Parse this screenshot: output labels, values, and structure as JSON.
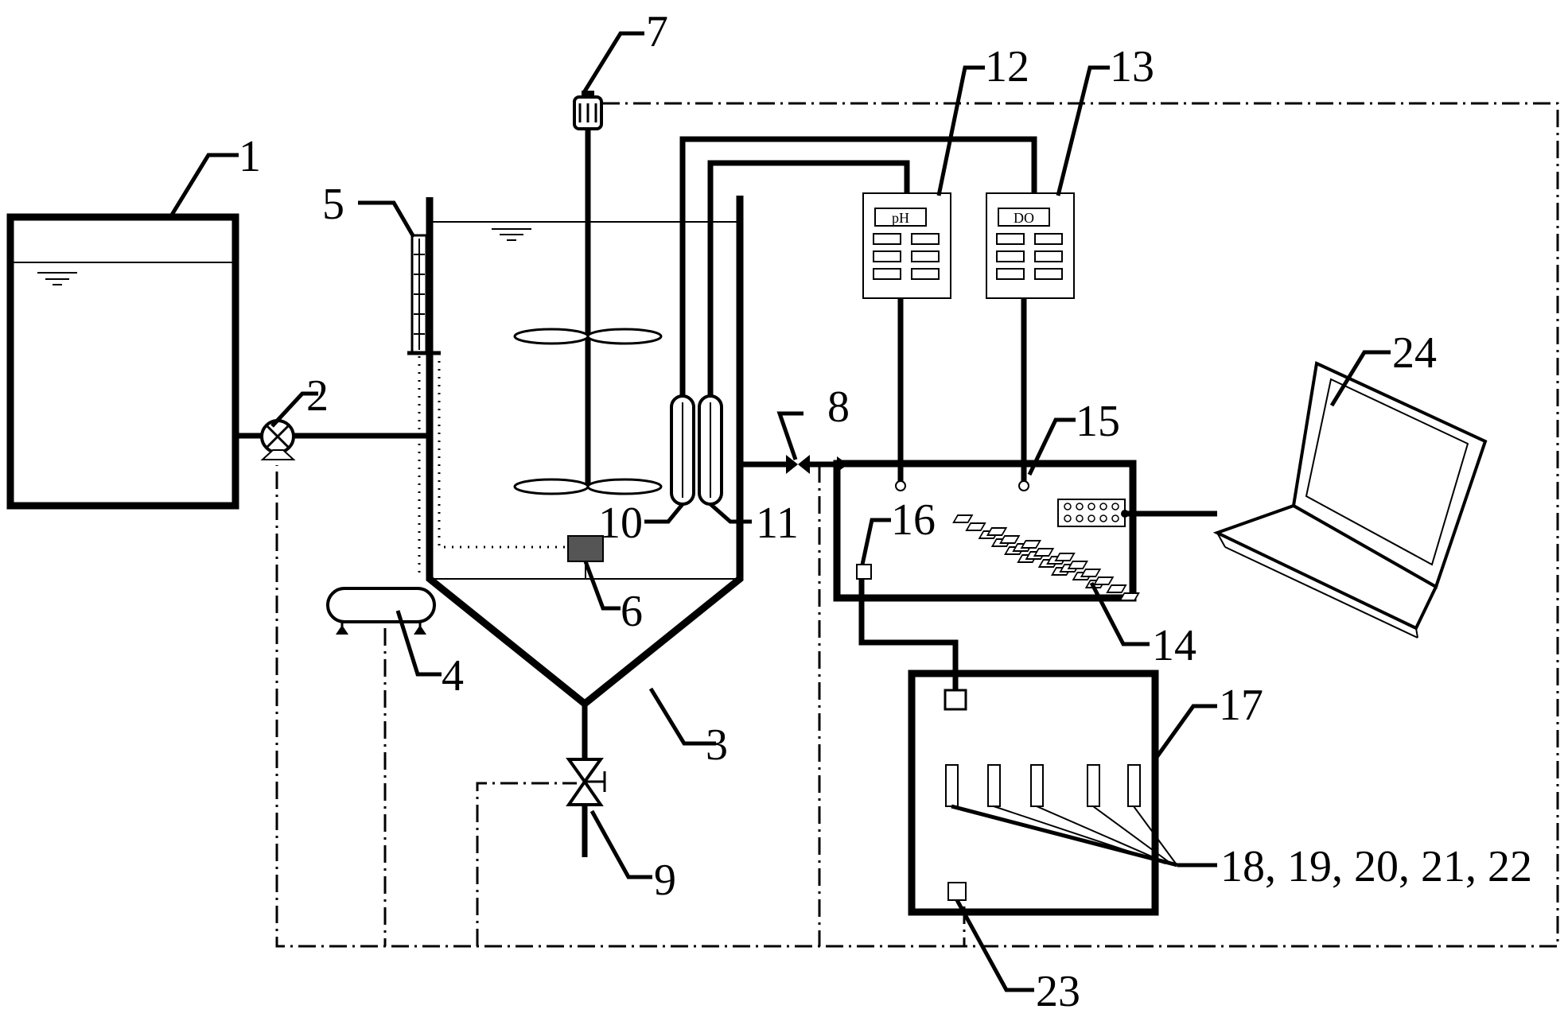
{
  "labels": {
    "n1": "1",
    "n2": "2",
    "n3": "3",
    "n4": "4",
    "n5": "5",
    "n6": "6",
    "n7": "7",
    "n8": "8",
    "n9": "9",
    "n10": "10",
    "n11": "11",
    "n12": "12",
    "n13": "13",
    "n14": "14",
    "n15": "15",
    "n16": "16",
    "n17": "17",
    "n18_22": "18, 19, 20, 21, 22",
    "n23": "23",
    "n24": "24"
  },
  "meters": {
    "ph_display": "pH",
    "do_display": "DO"
  }
}
